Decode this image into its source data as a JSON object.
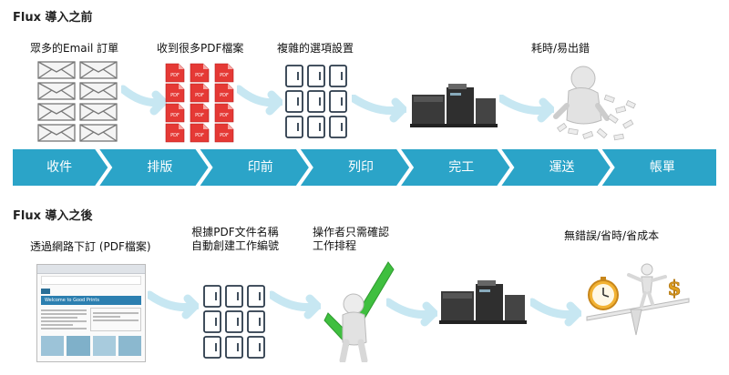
{
  "before": {
    "title": "Flux 導入之前",
    "captions": {
      "email": "眾多的Email  訂單",
      "pdf": "收到很多PDF檔案",
      "settings": "複雜的選項設置",
      "error": "耗時/易出錯"
    },
    "pdf_icon_label": "PDF"
  },
  "process": {
    "steps": [
      "收件",
      "排版",
      "印前",
      "列印",
      "完工",
      "運送",
      "帳單"
    ],
    "colors": {
      "band": "#2ba4c8",
      "band_dark": "#1f8fb3",
      "arrow_light": "#c7e7f2"
    }
  },
  "after": {
    "title": "Flux 導入之後",
    "captions": {
      "web_order": "透過網路下訂 (PDF檔案)",
      "auto_line1": "根據PDF文件名稱",
      "auto_line2": "自動創建工作編號",
      "confirm_line1": "操作者只需確認",
      "confirm_line2": "工作排程",
      "benefit": "無錯誤/省時/省成本"
    },
    "website_title": "Welcome to Good Prints"
  }
}
